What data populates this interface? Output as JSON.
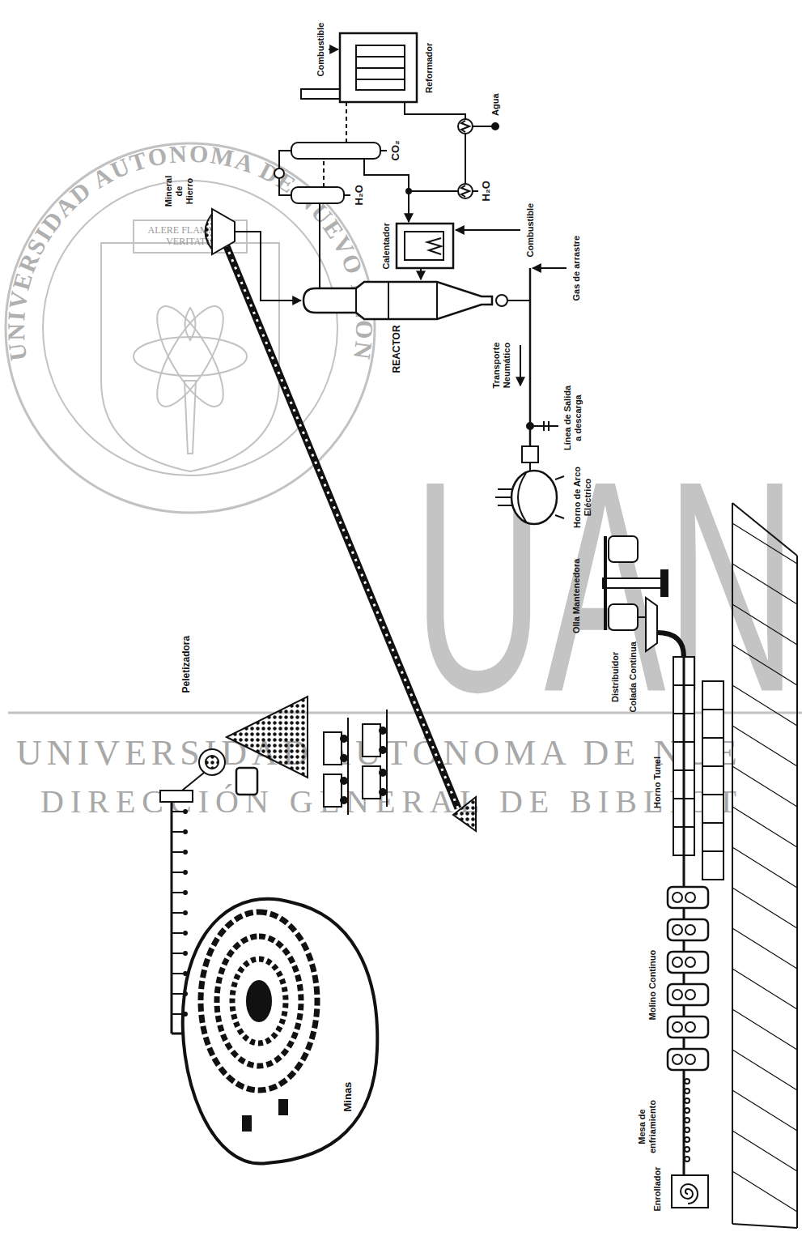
{
  "diagram": {
    "labels": [
      "Minas",
      "Peletizadora",
      "Mineral de Hierro",
      "REACTOR",
      "Combustible",
      "Reformador",
      "CO₂",
      "Agua",
      "H₂O",
      "H₂O",
      "Calentador",
      "Combustible",
      "Gas de arrastre",
      "Transporte Neumático",
      "Línea de Salida a descarga",
      "Horno de Arco Eléctrico",
      "Olla Mantenedora",
      "Distribuidor",
      "Colada Continua",
      "Horno Tunel",
      "Molino Continuo",
      "Mesa de enfriamiento",
      "Enrollador",
      "UNIVERSIDAD AUTONOMA DE NUEVO LEON",
      "ALERE FLAMMAM VERITATIS",
      "UAN",
      "UNIVERSIDAD AUTÓNOMA DE NUE",
      "DIRECCIÓN GENERAL DE BIBLIOT"
    ]
  }
}
